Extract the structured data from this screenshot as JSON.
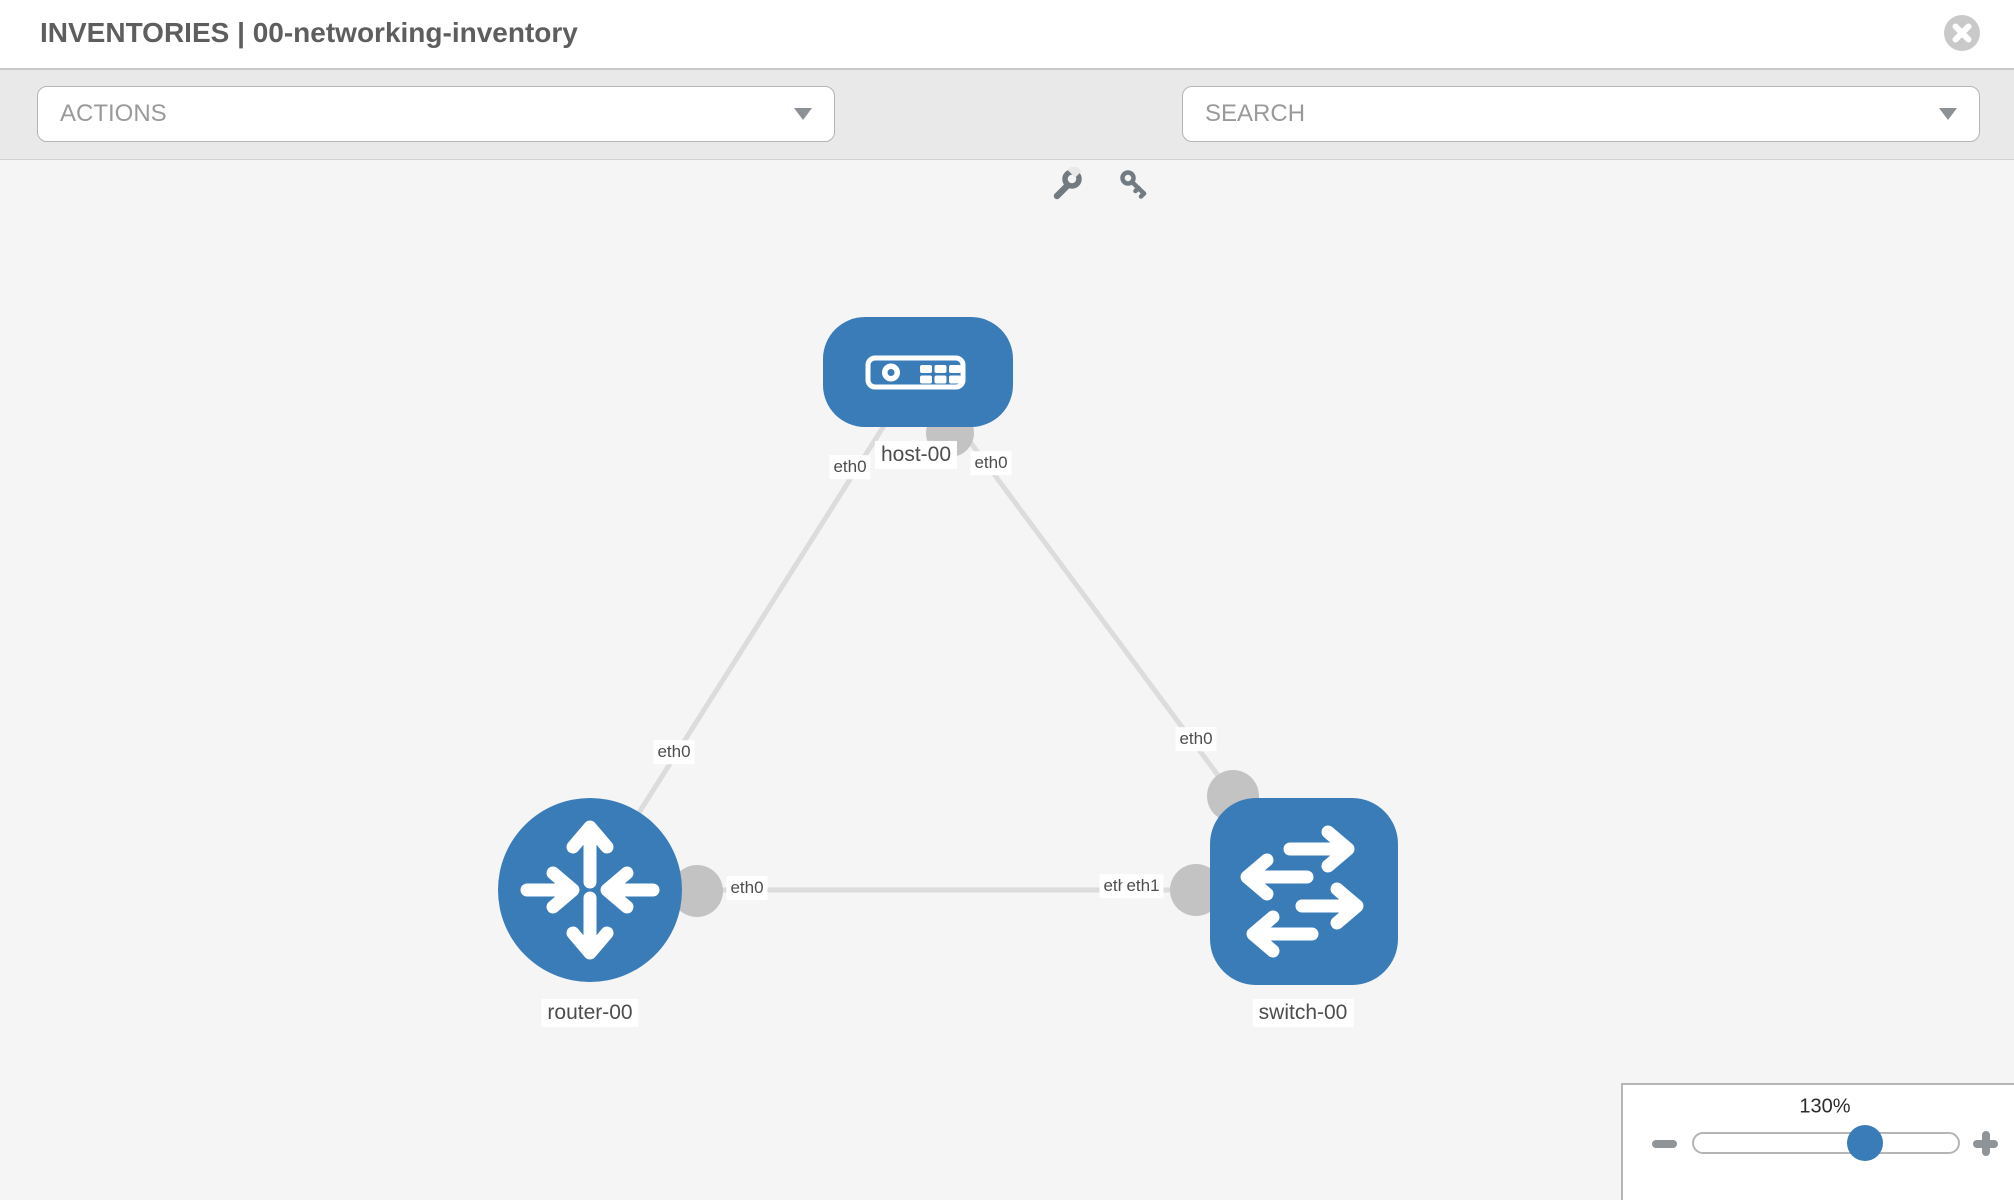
{
  "header": {
    "title": "INVENTORIES | 00-networking-inventory"
  },
  "toolbar": {
    "actions_label": "ACTIONS",
    "search_label": "SEARCH",
    "icons": [
      "wrench-icon",
      "key-icon"
    ]
  },
  "canvas": {
    "nodes": [
      {
        "id": "host-00",
        "type": "host",
        "label": "host-00"
      },
      {
        "id": "router-00",
        "type": "router",
        "label": "router-00"
      },
      {
        "id": "switch-00",
        "type": "switch",
        "label": "switch-00"
      }
    ],
    "links": [
      {
        "source": "host-00",
        "target": "router-00",
        "source_interface": "eth0",
        "target_interface": "eth0"
      },
      {
        "source": "host-00",
        "target": "switch-00",
        "source_interface": "eth0",
        "target_interface": "eth0"
      },
      {
        "source": "router-00",
        "target": "switch-00",
        "source_interface": "eth0",
        "target_interface": "eth1",
        "overlapped_label": "eth0"
      }
    ]
  },
  "zoom_control": {
    "level": "130%"
  },
  "colors": {
    "node_blue": "#3a7cb8",
    "link_gray": "#dcdcdc",
    "endpoint_gray": "#c3c3c3",
    "toolbar_bg": "#e9e9e9",
    "canvas_bg": "#f5f5f5",
    "icon_gray": "#737b82"
  }
}
